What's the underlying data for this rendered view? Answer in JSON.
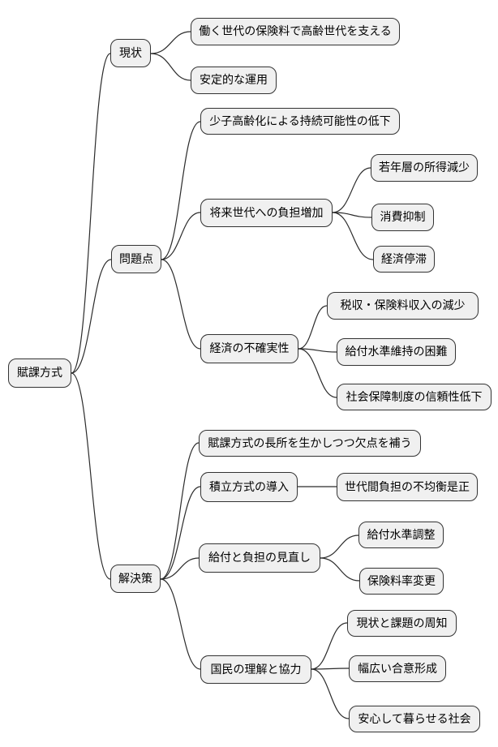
{
  "diagram_type": "mindmap",
  "colors": {
    "background": "#ffffff",
    "node_fill": "#f0f0f0",
    "node_border": "#333333",
    "edge_line": "#2b2b2b",
    "text": "#000000"
  },
  "mindmap": {
    "root": {
      "label": "賦課方式",
      "children": [
        {
          "label": "現状",
          "children": [
            {
              "label": "働く世代の保険料で高齢世代を支える",
              "children": []
            },
            {
              "label": "安定的な運用",
              "children": []
            }
          ]
        },
        {
          "label": "問題点",
          "children": [
            {
              "label": "少子高齢化による持続可能性の低下",
              "children": []
            },
            {
              "label": "将来世代への負担増加",
              "children": [
                {
                  "label": "若年層の所得減少",
                  "children": []
                },
                {
                  "label": "消費抑制",
                  "children": []
                },
                {
                  "label": "経済停滞",
                  "children": []
                }
              ]
            },
            {
              "label": "経済の不確実性",
              "children": [
                {
                  "label": "税収・保険料収入の減少",
                  "children": []
                },
                {
                  "label": "給付水準維持の困難",
                  "children": []
                },
                {
                  "label": "社会保障制度の信頼性低下",
                  "children": []
                }
              ]
            }
          ]
        },
        {
          "label": "解決策",
          "children": [
            {
              "label": "賦課方式の長所を生かしつつ欠点を補う",
              "children": []
            },
            {
              "label": "積立方式の導入",
              "children": [
                {
                  "label": "世代間負担の不均衡是正",
                  "children": []
                }
              ]
            },
            {
              "label": "給付と負担の見直し",
              "children": [
                {
                  "label": "給付水準調整",
                  "children": []
                },
                {
                  "label": "保険料率変更",
                  "children": []
                }
              ]
            },
            {
              "label": "国民の理解と協力",
              "children": [
                {
                  "label": "現状と課題の周知",
                  "children": []
                },
                {
                  "label": "幅広い合意形成",
                  "children": []
                },
                {
                  "label": "安心して暮らせる社会",
                  "children": []
                }
              ]
            }
          ]
        }
      ]
    }
  }
}
